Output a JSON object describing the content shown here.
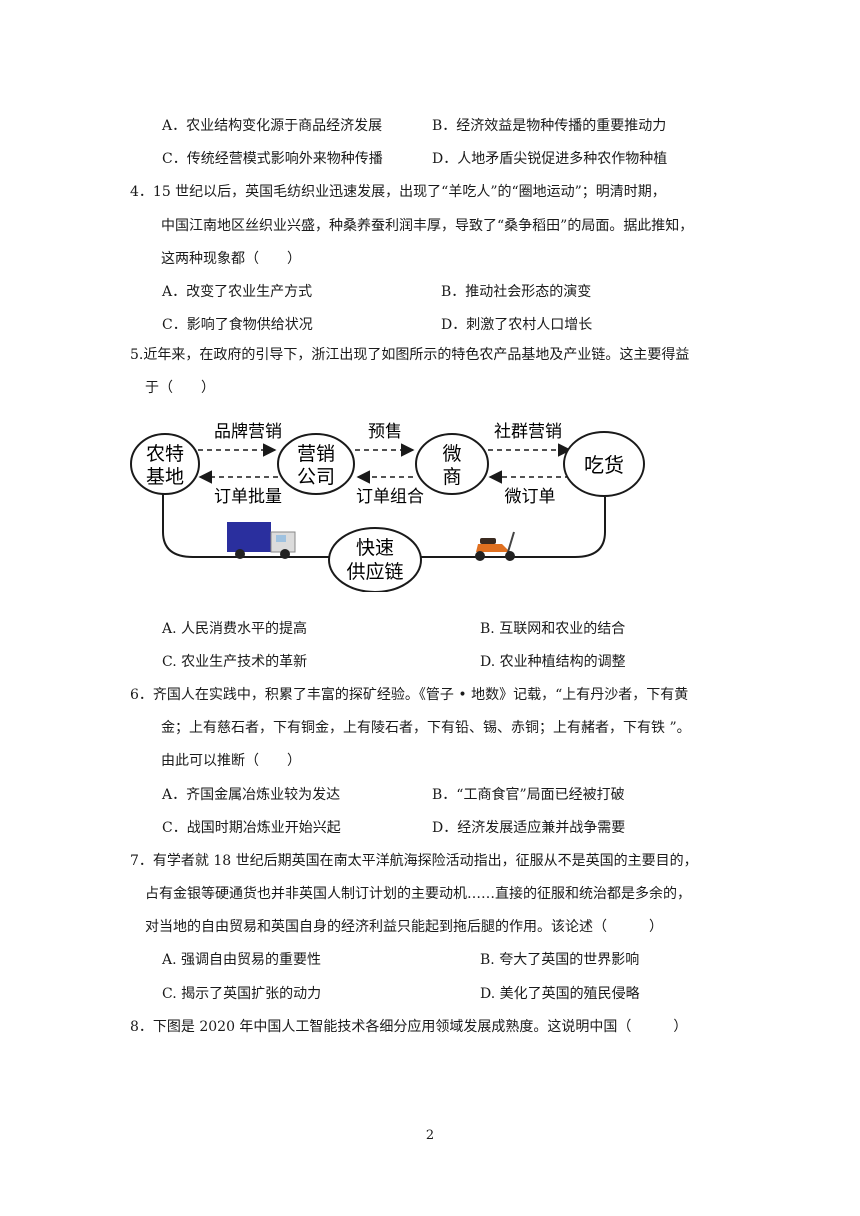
{
  "q3_options": {
    "a": "A．农业结构变化源于商品经济发展",
    "b": "B．经济效益是物种传播的重要推动力",
    "c": "C．传统经营模式影响外来物种传播",
    "d": "D．人地矛盾尖锐促进多种农作物种植"
  },
  "q4": {
    "line1": "4．15 世纪以后，英国毛纺织业迅速发展，出现了“羊吃人”的“圈地运动”；明清时期，",
    "line2": "中国江南地区丝织业兴盛，种桑养蚕利润丰厚，导致了“桑争稻田”的局面。据此推知，",
    "line3": "这两种现象都（　　）",
    "a": "A．改变了农业生产方式",
    "b": "B．推动社会形态的演变",
    "c": "C．影响了食物供给状况",
    "d": "D．刺激了农村人口增长"
  },
  "q5": {
    "line1": "5.近年来，在政府的引导下，浙江出现了如图所示的特色农产品基地及产业链。这主要得益",
    "line2": "于（　　）",
    "a": "A. 人民消费水平的提高",
    "b": "B. 互联网和农业的结合",
    "c": "C. 农业生产技术的革新",
    "d": "D. 农业种植结构的调整"
  },
  "diagram": {
    "base_line1": "农特",
    "base_line2": "基地",
    "company_line1": "营销",
    "company_line2": "公司",
    "micro_line1": "微",
    "micro_line2": "商",
    "foodie": "吃货",
    "supply_line1": "快速",
    "supply_line2": "供应链",
    "brand_marketing": "品牌营销",
    "presale": "预售",
    "community_marketing": "社群营销",
    "order_batch": "订单批量",
    "order_combo": "订单组合",
    "micro_order": "微订单"
  },
  "q6": {
    "line1": "6．齐国人在实践中，积累了丰富的探矿经验。《管子 • 地数》记载，“上有丹沙者，下有黄",
    "line2": "金；上有慈石者，下有铜金，上有陵石者，下有铅、锡、赤铜；上有赭者，下有铁 ”。",
    "line3": "由此可以推断（　　）",
    "a": "A．齐国金属冶炼业较为发达",
    "b": "B．“工商食官”局面已经被打破",
    "c": "C．战国时期冶炼业开始兴起",
    "d": "D．经济发展适应兼并战争需要"
  },
  "q7": {
    "line1": "7．有学者就 18 世纪后期英国在南太平洋航海探险活动指出，征服从不是英国的主要目的，",
    "line2": "占有金银等硬通货也并非英国人制订计划的主要动机……直接的征服和统治都是多余的，",
    "line3": "对当地的自由贸易和英国自身的经济利益只能起到拖后腿的作用。该论述（　　　）",
    "a": "A. 强调自由贸易的重要性",
    "b": "B. 夸大了英国的世界影响",
    "c": "C. 揭示了英国扩张的动力",
    "d": "D. 美化了英国的殖民侵略"
  },
  "q8": {
    "line1": "8．下图是 2020 年中国人工智能技术各细分应用领域发展成熟度。这说明中国（　　　）"
  },
  "page_number": "2",
  "colors": {
    "text": "#1a1a1a",
    "truck": "#2a2f9e",
    "scooter": "#e07020"
  }
}
